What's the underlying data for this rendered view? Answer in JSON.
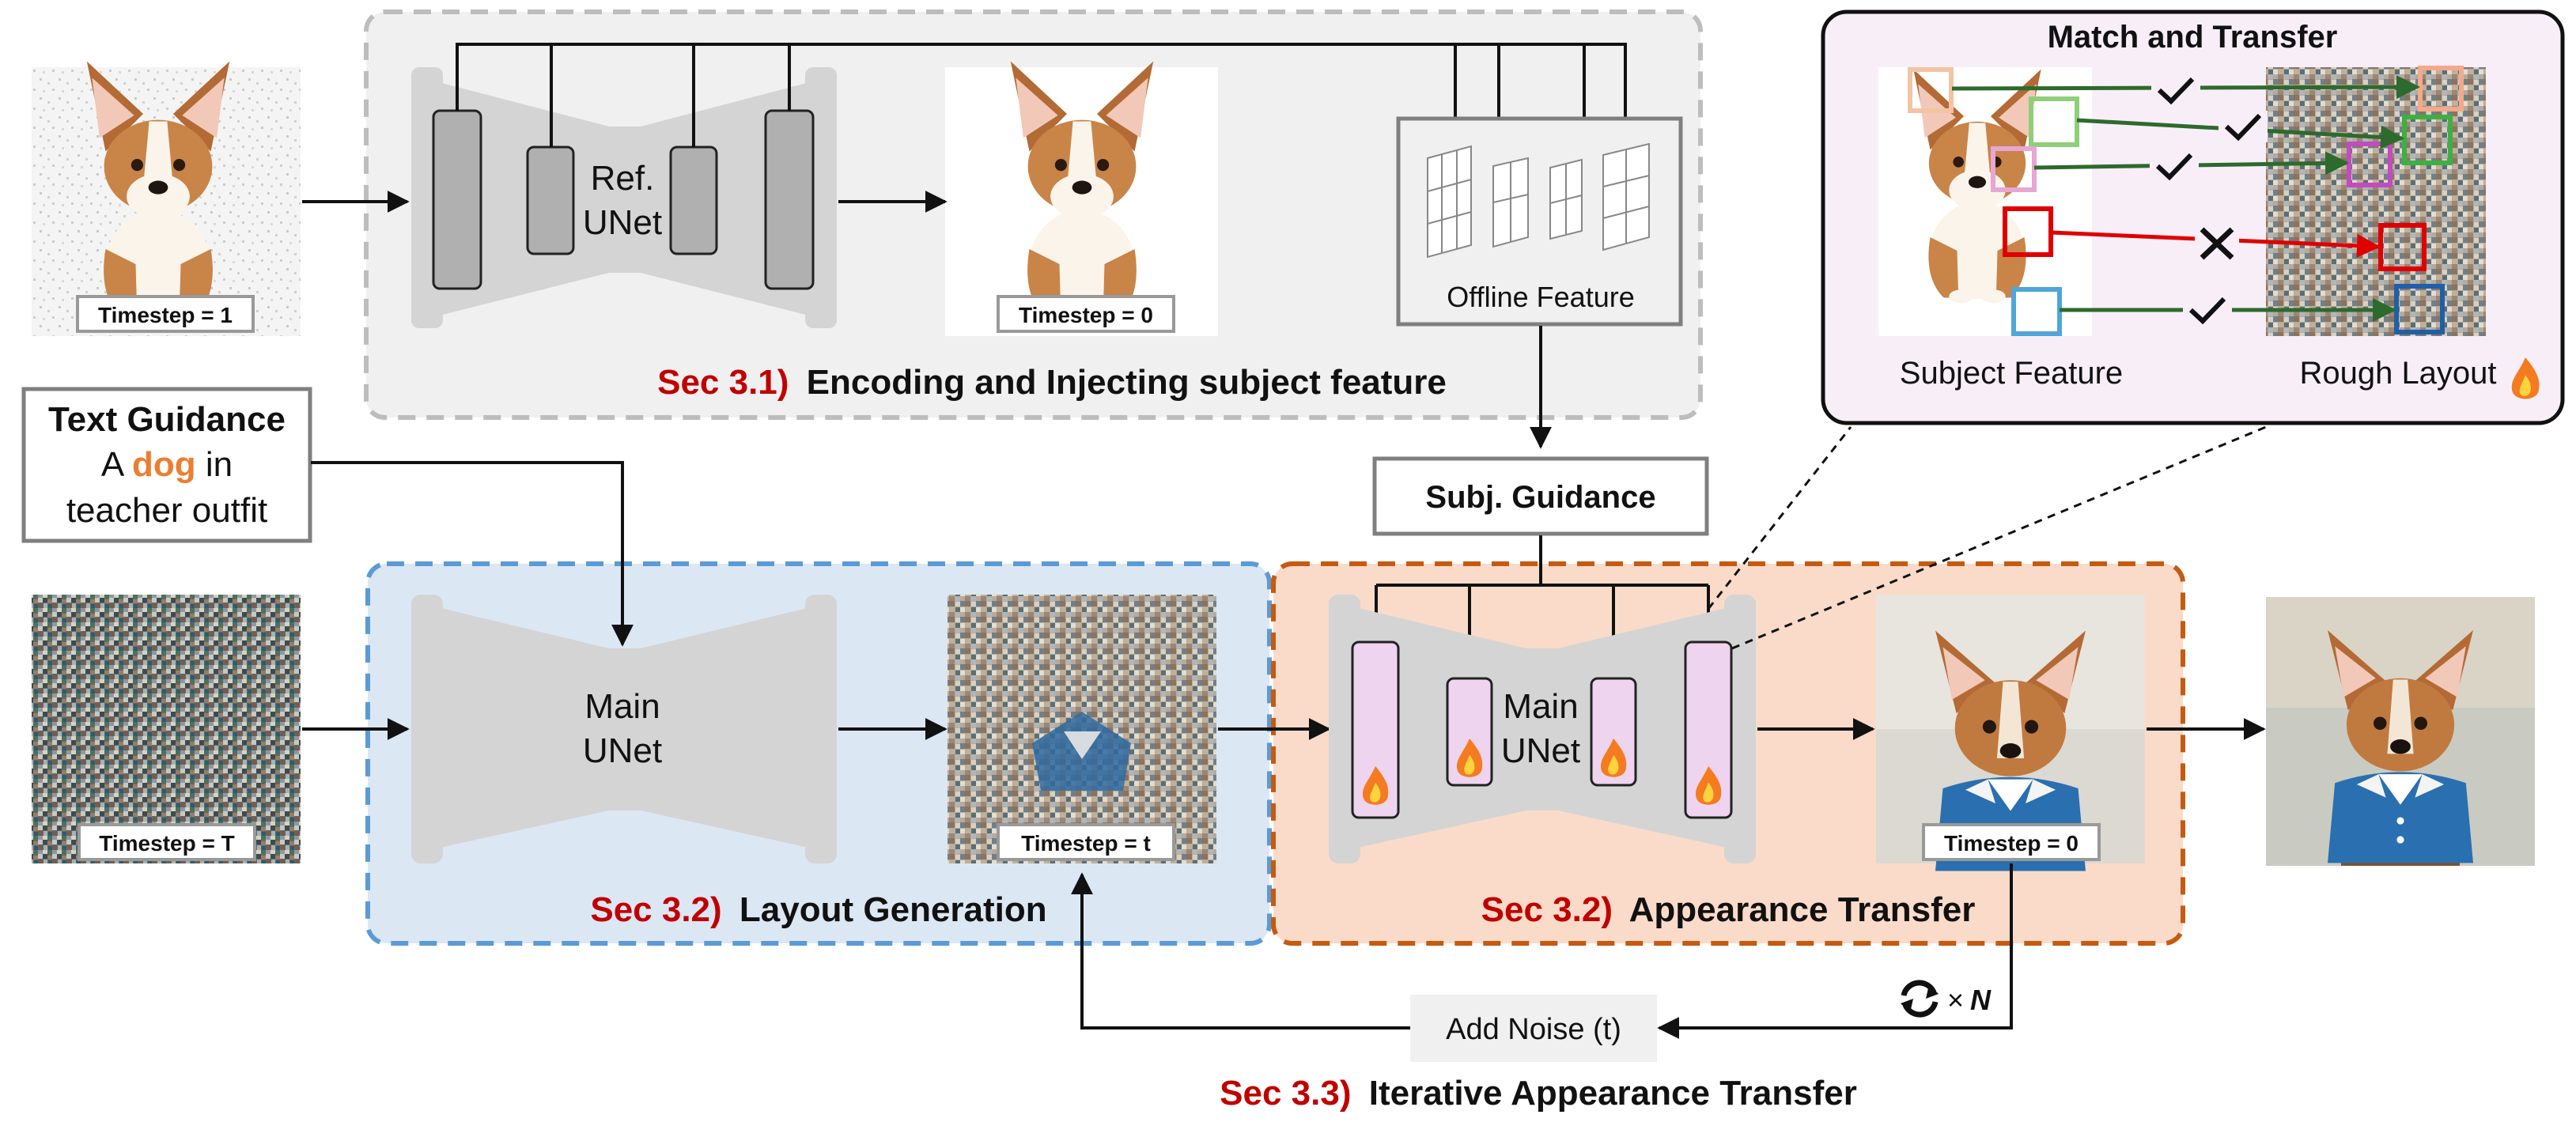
{
  "sections": {
    "encoding": {
      "num": "Sec 3.1)",
      "title": "Encoding and Injecting subject feature"
    },
    "layout": {
      "num": "Sec 3.2)",
      "title": "Layout Generation"
    },
    "appearance": {
      "num": "Sec 3.2)",
      "title": "Appearance Transfer"
    },
    "iterative": {
      "num": "Sec 3.3)",
      "title": "Iterative Appearance Transfer"
    }
  },
  "timesteps": {
    "t1": "Timestep = 1",
    "t0_ref": "Timestep = 0",
    "tT": "Timestep = T",
    "tt": "Timestep = t",
    "t0_out": "Timestep = 0"
  },
  "ref_unet": {
    "line1": "Ref.",
    "line2": "UNet"
  },
  "main_unet_1": {
    "line1": "Main",
    "line2": "UNet"
  },
  "main_unet_2": {
    "line1": "Main",
    "line2": "UNet"
  },
  "offline_feature": "Offline Feature",
  "subj_guidance": "Subj. Guidance",
  "text_guidance": {
    "title": "Text Guidance",
    "line1_pre": "A ",
    "line1_word": "dog",
    "line1_post": " in",
    "line2": "teacher outfit"
  },
  "add_noise": "Add Noise (t)",
  "loop_count": {
    "times": "×",
    "n": "N"
  },
  "match_transfer": {
    "title": "Match and Transfer",
    "left_label": "Subject Feature",
    "right_label": "Rough Layout"
  },
  "colors": {
    "sec_red": "#C00000",
    "dog_orange": "#ED7D31",
    "blue_panel": "#DCE7F4",
    "blue_border": "#5B9BD5",
    "orange_panel": "#FADBC9",
    "orange_border": "#C55A11",
    "gray_panel": "#F0F0F0",
    "pink_panel": "#F8EEF8",
    "unet_pink": "#EED4EE",
    "match_green": "#2D6A2D",
    "mismatch_red": "#E00000"
  }
}
